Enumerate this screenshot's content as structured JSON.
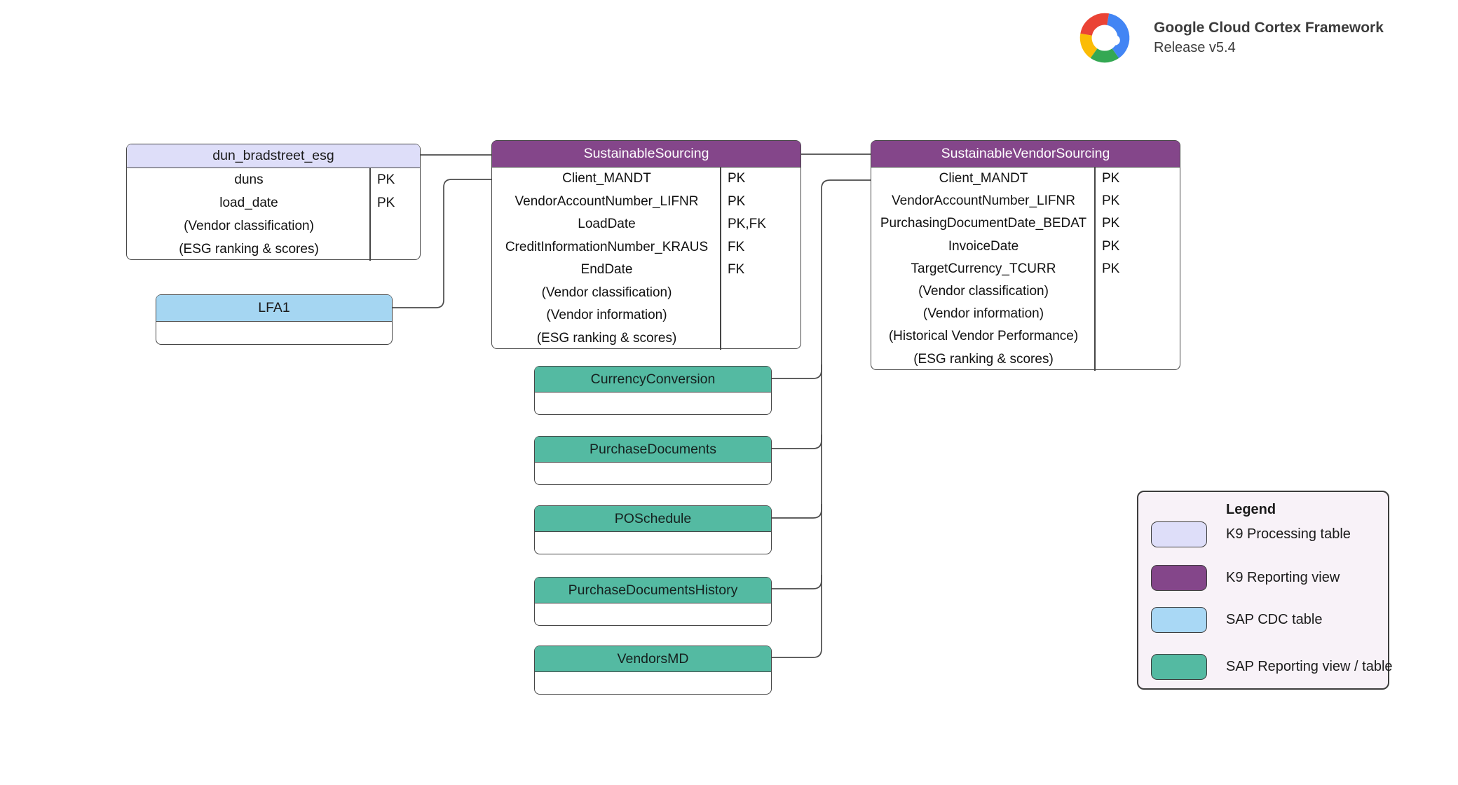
{
  "header": {
    "title": "Google Cloud Cortex Framework",
    "subtitle": "Release v5.4"
  },
  "brand_colors": {
    "red": "#EA4335",
    "blue": "#4285F4",
    "yellow": "#FBBC05",
    "green": "#34A853"
  },
  "tables": [
    {
      "title": "dun_bradstreet_esg",
      "type": "K9 Processing table",
      "header_fill": "#dedef9",
      "header_text": "#1b1b1b",
      "rows": [
        {
          "name": "duns",
          "key": "PK"
        },
        {
          "name": "load_date",
          "key": "PK"
        },
        {
          "name": "(Vendor classification)",
          "key": ""
        },
        {
          "name": "(ESG ranking & scores)",
          "key": ""
        }
      ]
    },
    {
      "title": "SustainableSourcing",
      "type": "K9 Reporting view",
      "header_fill": "#84468a",
      "header_text": "#ffffff",
      "rows": [
        {
          "name": "Client_MANDT",
          "key": "PK"
        },
        {
          "name": "VendorAccountNumber_LIFNR",
          "key": "PK"
        },
        {
          "name": "LoadDate",
          "key": "PK,FK"
        },
        {
          "name": "CreditInformationNumber_KRAUS",
          "key": "FK"
        },
        {
          "name": "EndDate",
          "key": "FK"
        },
        {
          "name": "(Vendor classification)",
          "key": ""
        },
        {
          "name": "(Vendor information)",
          "key": ""
        },
        {
          "name": "(ESG ranking & scores)",
          "key": ""
        }
      ]
    },
    {
      "title": "SustainableVendorSourcing",
      "type": "K9 Reporting view",
      "header_fill": "#84468a",
      "header_text": "#ffffff",
      "rows": [
        {
          "name": "Client_MANDT",
          "key": "PK"
        },
        {
          "name": "VendorAccountNumber_LIFNR",
          "key": "PK"
        },
        {
          "name": "PurchasingDocumentDate_BEDAT",
          "key": "PK"
        },
        {
          "name": "InvoiceDate",
          "key": "PK"
        },
        {
          "name": "TargetCurrency_TCURR",
          "key": "PK"
        },
        {
          "name": "(Vendor classification)",
          "key": ""
        },
        {
          "name": "(Vendor information)",
          "key": ""
        },
        {
          "name": "(Historical Vendor Performance)",
          "key": ""
        },
        {
          "name": "(ESG ranking & scores)",
          "key": ""
        }
      ]
    },
    {
      "title": "LFA1",
      "type": "SAP CDC table",
      "header_fill": "#a5d6f2",
      "header_text": "#1b1b1b",
      "rows": []
    },
    {
      "title": "CurrencyConversion",
      "type": "SAP Reporting view / table",
      "header_fill": "#54baa2",
      "header_text": "#15211f",
      "rows": []
    },
    {
      "title": "PurchaseDocuments",
      "type": "SAP Reporting view / table",
      "header_fill": "#54baa2",
      "header_text": "#15211f",
      "rows": []
    },
    {
      "title": "POSchedule",
      "type": "SAP Reporting view / table",
      "header_fill": "#54baa2",
      "header_text": "#15211f",
      "rows": []
    },
    {
      "title": "PurchaseDocumentsHistory",
      "type": "SAP Reporting view / table",
      "header_fill": "#54baa2",
      "header_text": "#15211f",
      "rows": []
    },
    {
      "title": "VendorsMD",
      "type": "SAP Reporting view / table",
      "header_fill": "#54baa2",
      "header_text": "#15211f",
      "rows": []
    }
  ],
  "connectors": [
    {
      "from": "dun_bradstreet_esg",
      "to": "SustainableSourcing"
    },
    {
      "from": "LFA1",
      "to": "SustainableSourcing"
    },
    {
      "from": "SustainableSourcing",
      "to": "SustainableVendorSourcing"
    },
    {
      "from": "CurrencyConversion",
      "to": "SustainableVendorSourcing"
    },
    {
      "from": "PurchaseDocuments",
      "to": "SustainableVendorSourcing"
    },
    {
      "from": "POSchedule",
      "to": "SustainableVendorSourcing"
    },
    {
      "from": "PurchaseDocumentsHistory",
      "to": "SustainableVendorSourcing"
    },
    {
      "from": "VendorsMD",
      "to": "SustainableVendorSourcing"
    }
  ],
  "legend": {
    "title": "Legend",
    "items": [
      {
        "label": "K9 Processing table",
        "color": "#dedef9"
      },
      {
        "label": "K9 Reporting view",
        "color": "#84468a"
      },
      {
        "label": "SAP CDC table",
        "color": "#a9d8f5"
      },
      {
        "label": "SAP Reporting view / table",
        "color": "#54baa2"
      }
    ]
  }
}
